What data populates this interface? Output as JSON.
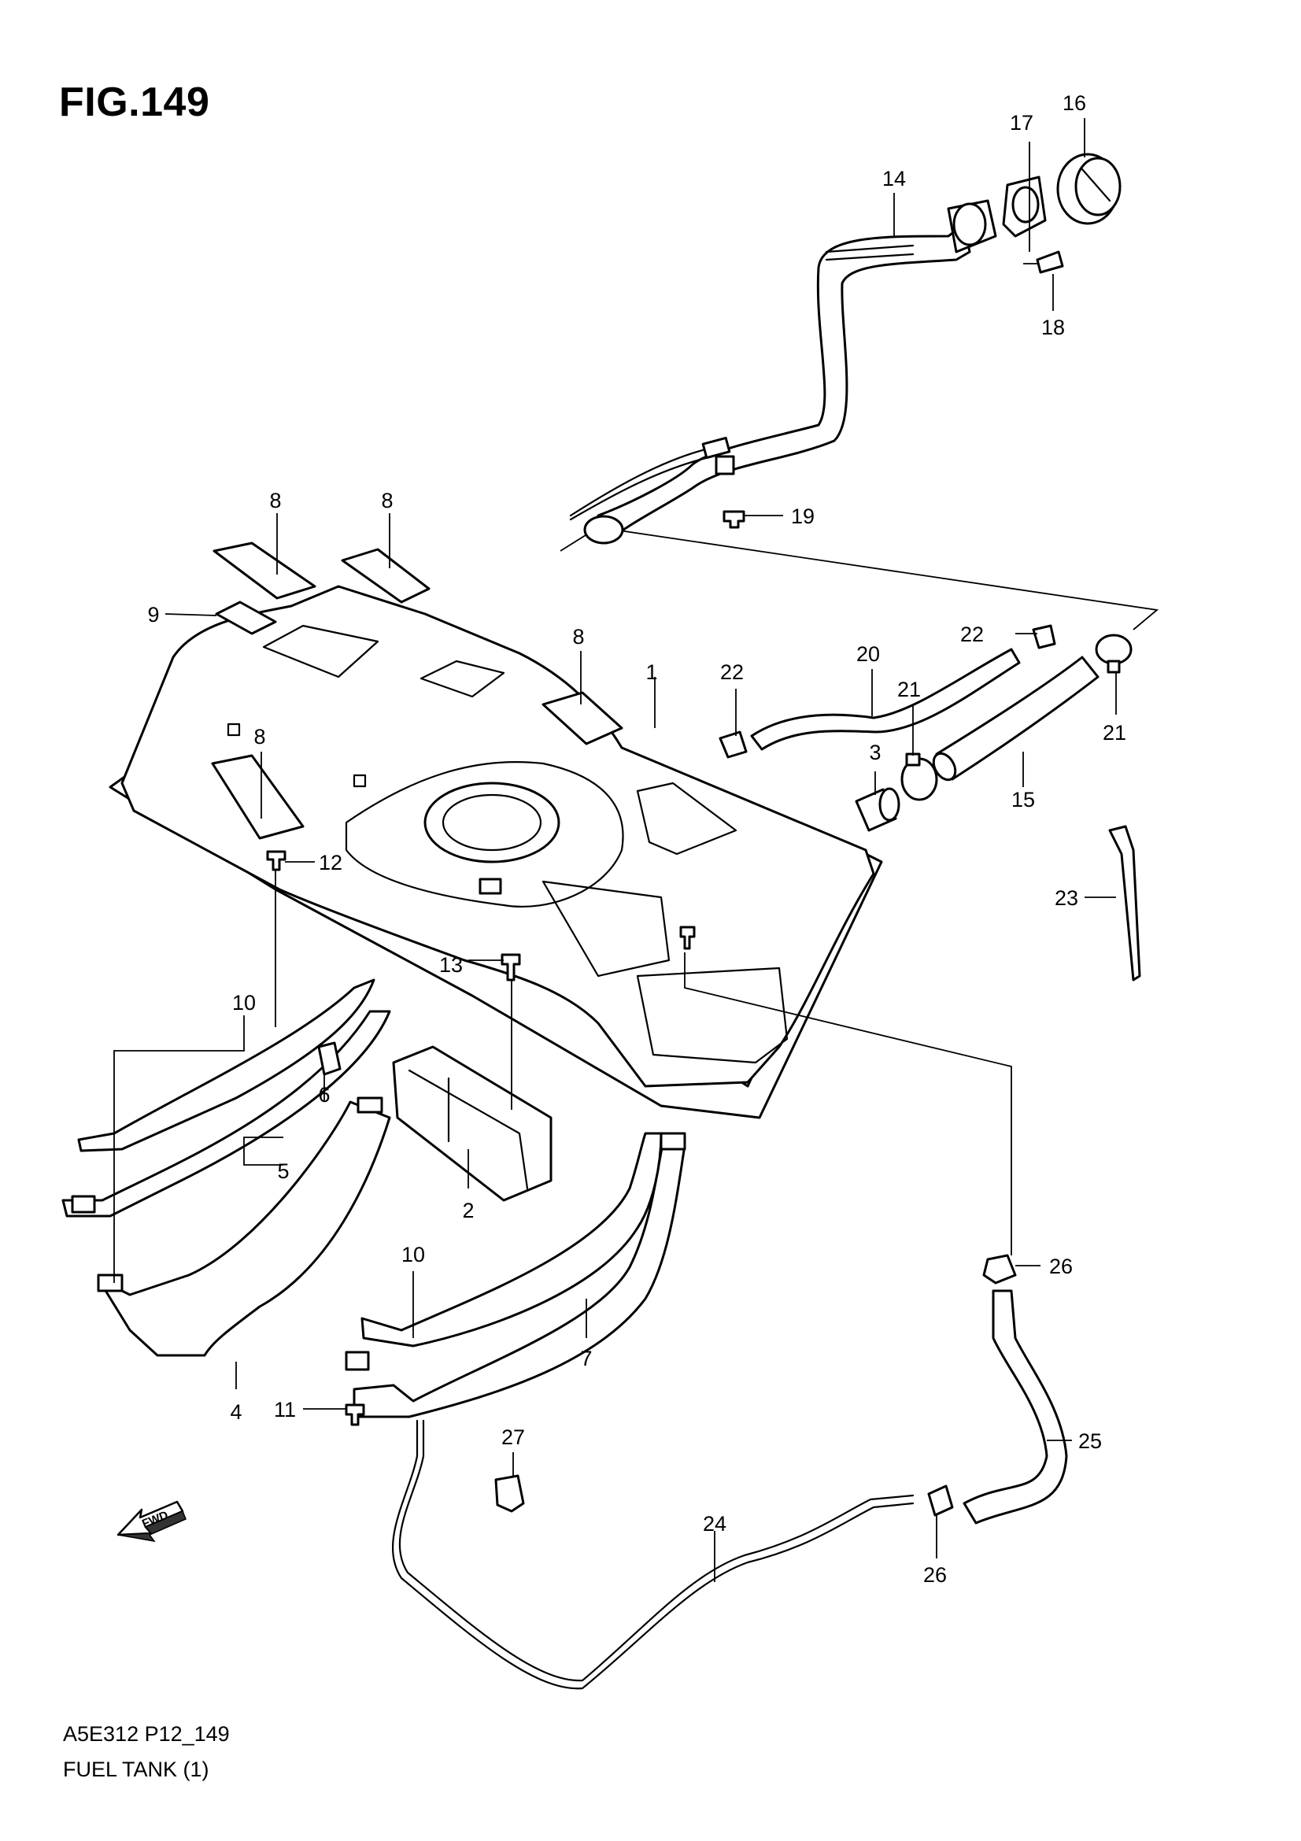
{
  "figure": {
    "title": "FIG.149",
    "code": "A5E312 P12_149",
    "name": "FUEL TANK (1)",
    "fwd_label": "FWD"
  },
  "callouts": [
    {
      "id": "c1",
      "label": "1"
    },
    {
      "id": "c2",
      "label": "2"
    },
    {
      "id": "c3",
      "label": "3"
    },
    {
      "id": "c4",
      "label": "4"
    },
    {
      "id": "c5",
      "label": "5"
    },
    {
      "id": "c6",
      "label": "6"
    },
    {
      "id": "c7",
      "label": "7"
    },
    {
      "id": "c8a",
      "label": "8"
    },
    {
      "id": "c8b",
      "label": "8"
    },
    {
      "id": "c8c",
      "label": "8"
    },
    {
      "id": "c8d",
      "label": "8"
    },
    {
      "id": "c9",
      "label": "9"
    },
    {
      "id": "c10a",
      "label": "10"
    },
    {
      "id": "c10b",
      "label": "10"
    },
    {
      "id": "c11",
      "label": "11"
    },
    {
      "id": "c12",
      "label": "12"
    },
    {
      "id": "c13",
      "label": "13"
    },
    {
      "id": "c14",
      "label": "14"
    },
    {
      "id": "c15",
      "label": "15"
    },
    {
      "id": "c16",
      "label": "16"
    },
    {
      "id": "c17",
      "label": "17"
    },
    {
      "id": "c18",
      "label": "18"
    },
    {
      "id": "c19",
      "label": "19"
    },
    {
      "id": "c20",
      "label": "20"
    },
    {
      "id": "c21a",
      "label": "21"
    },
    {
      "id": "c21b",
      "label": "21"
    },
    {
      "id": "c22a",
      "label": "22"
    },
    {
      "id": "c22b",
      "label": "22"
    },
    {
      "id": "c23",
      "label": "23"
    },
    {
      "id": "c24",
      "label": "24"
    },
    {
      "id": "c25",
      "label": "25"
    },
    {
      "id": "c26a",
      "label": "26"
    },
    {
      "id": "c26b",
      "label": "26"
    },
    {
      "id": "c27",
      "label": "27"
    }
  ]
}
